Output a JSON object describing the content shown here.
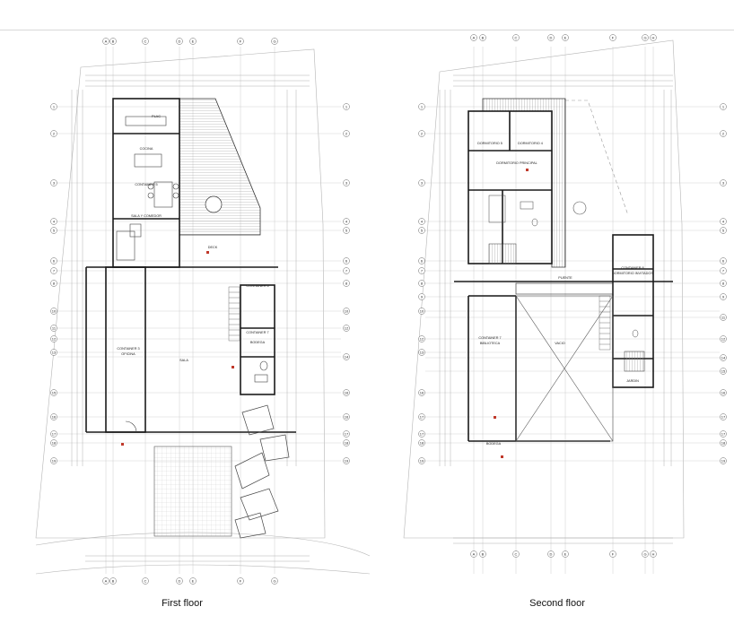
{
  "captions": {
    "first": "First floor",
    "second": "Second floor"
  },
  "first_floor": {
    "grid_letters": [
      "A",
      "B",
      "C",
      "D",
      "E",
      "F",
      "G"
    ],
    "grid_numbers": [
      "1",
      "2",
      "3",
      "4",
      "5",
      "6",
      "7",
      "8",
      "10",
      "11",
      "12",
      "13",
      "14",
      "15",
      "16",
      "17",
      "18",
      "19"
    ],
    "rooms": {
      "plac": "PLAC",
      "cocina": "COCINA",
      "container5": "CONTAINER 5",
      "sala_comedor": "SALA Y COMEDOR",
      "deck": "DECK",
      "container6": "CONTAINER 6",
      "container3": "CONTAINER 3",
      "oficina": "OFICINA",
      "sala": "SALA",
      "container7": "CONTAINER 7",
      "bodega": "BODEGA"
    }
  },
  "second_floor": {
    "grid_letters": [
      "A",
      "B",
      "C",
      "D",
      "E",
      "F",
      "G",
      "H"
    ],
    "grid_numbers": [
      "1",
      "2",
      "3",
      "4",
      "5",
      "6",
      "7",
      "8",
      "9",
      "10",
      "11",
      "12",
      "13",
      "14",
      "15",
      "16",
      "17",
      "18",
      "19"
    ],
    "rooms": {
      "dormitorio_a": "DORMITORIO 5",
      "dormitorio_b": "DORMITORIO 4",
      "dormitorio_principal": "DORMITORIO PRINCIPAL",
      "puente": "PUENTE",
      "container7": "CONTAINER 7",
      "biblioteca": "BIBLIOTECA",
      "vacio": "VACIO",
      "container8": "CONTAINER 8",
      "dormitorio_invitados": "DORMITORIO INVITADOS",
      "jardin": "JARDIN",
      "bodega": "BODEGA"
    }
  }
}
